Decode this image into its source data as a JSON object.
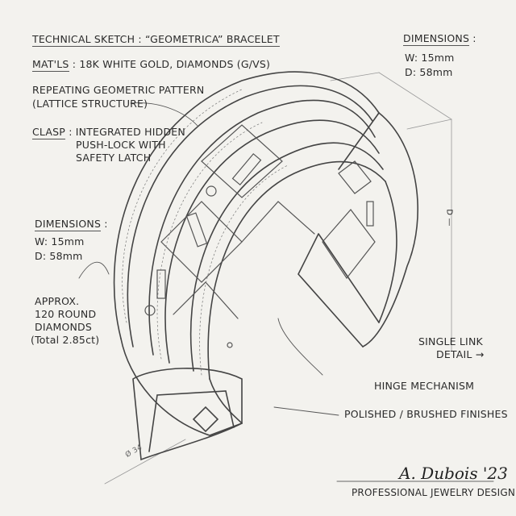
{
  "title": {
    "label": "TECHNICAL SKETCH",
    "text": "“GEOMETRICA” BRACELET"
  },
  "materials": {
    "label": "MAT'LS",
    "text": "18K WHITE GOLD, DIAMONDS (G/VS)"
  },
  "pattern": {
    "line1": "REPEATING GEOMETRIC PATTERN",
    "line2": "(LATTICE STRUCTURE)"
  },
  "clasp": {
    "label": "CLASP",
    "line1": "INTEGRATED HIDDEN",
    "line2": "PUSH-LOCK WITH",
    "line3": "SAFETY LATCH"
  },
  "dimensions_top": {
    "label": "DIMENSIONS",
    "width": "W: 15mm",
    "diameter": "D: 58mm"
  },
  "dimensions_left": {
    "label": "DIMENSIONS",
    "width": "W: 15mm",
    "diameter": "D: 58mm"
  },
  "diamonds": {
    "line1": "APPROX.",
    "line2": "120 ROUND",
    "line3": "DIAMONDS",
    "line4": "(Total 2.85ct)"
  },
  "single_link": {
    "line1": "SINGLE LINK",
    "line2": "DETAIL →"
  },
  "hinge": "HINGE MECHANISM",
  "finishes": "POLISHED / BRUSHED FINISHES",
  "dim_marks": {
    "d_side": "D —",
    "diameter_small": "Ø 34"
  },
  "signature": "A. Dubois '23",
  "footer": "PROFESSIONAL JEWELRY DESIGN"
}
